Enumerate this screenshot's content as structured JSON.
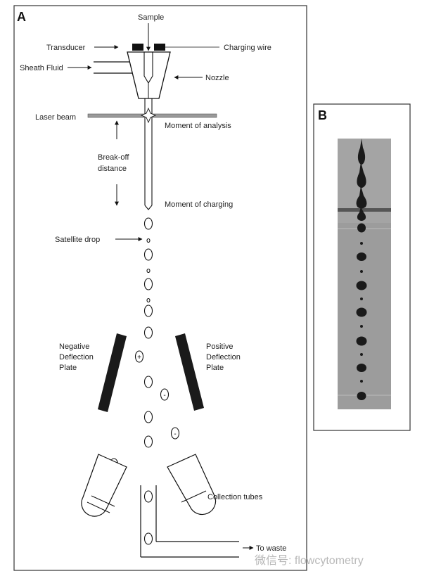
{
  "panel_a": {
    "letter": "A",
    "labels": {
      "sample": "Sample",
      "transducer": "Transducer",
      "charging_wire": "Charging wire",
      "sheath_fluid": "Sheath Fluid",
      "nozzle": "Nozzle",
      "laser_beam": "Laser beam",
      "moment_of_analysis": "Moment of analysis",
      "breakoff_line1": "Break-off",
      "breakoff_line2": "distance",
      "moment_of_charging": "Moment of charging",
      "satellite_drop": "Satellite drop",
      "negative_plate_line1": "Negative",
      "negative_plate_line2": "Deflection",
      "negative_plate_line3": "Plate",
      "positive_plate_line1": "Positive",
      "positive_plate_line2": "Deflection",
      "positive_plate_line3": "Plate",
      "collection_tubes": "Collection tubes",
      "to_waste": "To waste"
    },
    "drop_signs": {
      "positive": "+",
      "negative": "-"
    }
  },
  "panel_b": {
    "letter": "B"
  },
  "watermark": "微信号: flowcytometry",
  "colors": {
    "ink": "#111111",
    "plate": "#1a1a1a",
    "photo_bg": "#9c9c9c",
    "laser": "#5a5a5a"
  }
}
